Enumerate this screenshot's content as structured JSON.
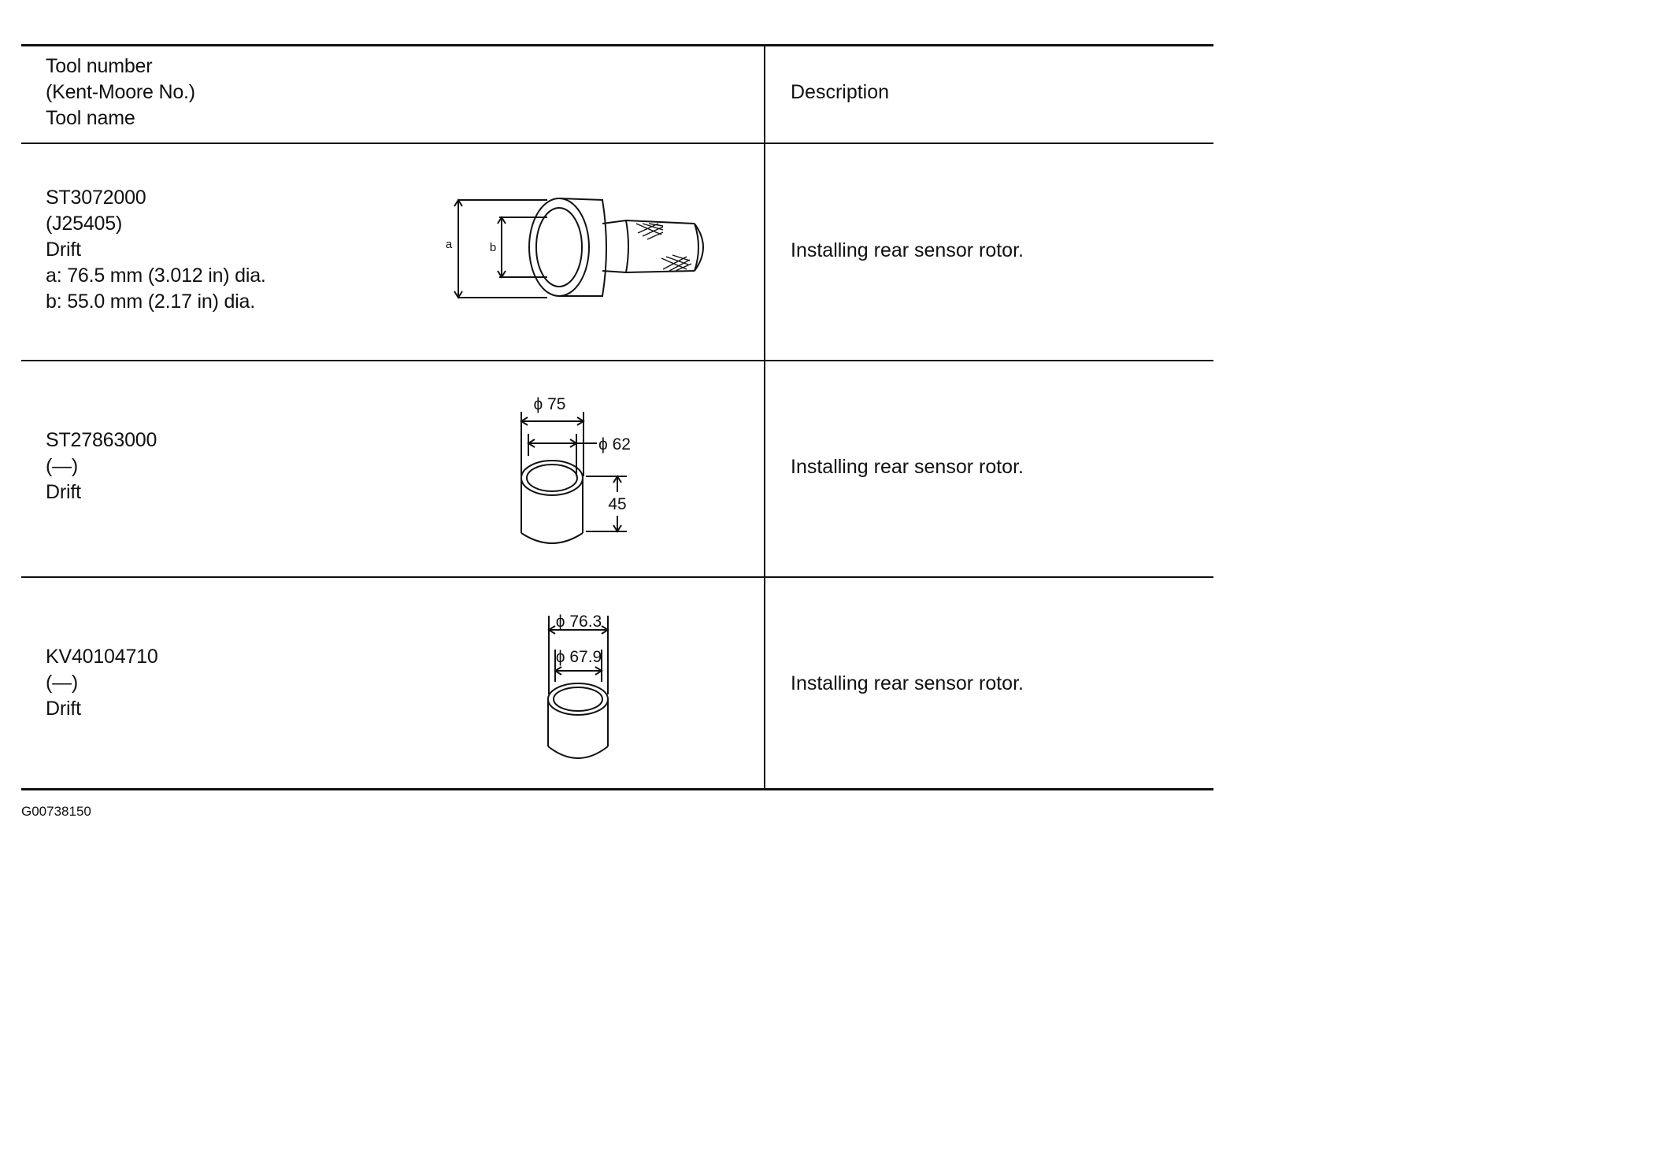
{
  "header": {
    "tool_lines": [
      "Tool number",
      "(Kent-Moore No.)",
      "Tool name"
    ],
    "description": "Description"
  },
  "rows": [
    {
      "lines": [
        "ST3072000",
        "(J25405)",
        "Drift",
        "a: 76.5 mm (3.012 in) dia.",
        "b: 55.0 mm (2.17 in) dia."
      ],
      "description": "Installing rear sensor rotor.",
      "figure_labels": [
        "a",
        "b"
      ]
    },
    {
      "lines": [
        "ST27863000",
        "(—)",
        "Drift"
      ],
      "description": "Installing rear sensor rotor.",
      "figure_labels": [
        "ϕ 75",
        "ϕ 62",
        "45"
      ]
    },
    {
      "lines": [
        "KV40104710",
        "(—)",
        "Drift"
      ],
      "description": "Installing rear sensor rotor.",
      "figure_labels": [
        "ϕ 76.3",
        "ϕ 67.9"
      ]
    }
  ],
  "footer": {
    "code": "G00738150"
  }
}
